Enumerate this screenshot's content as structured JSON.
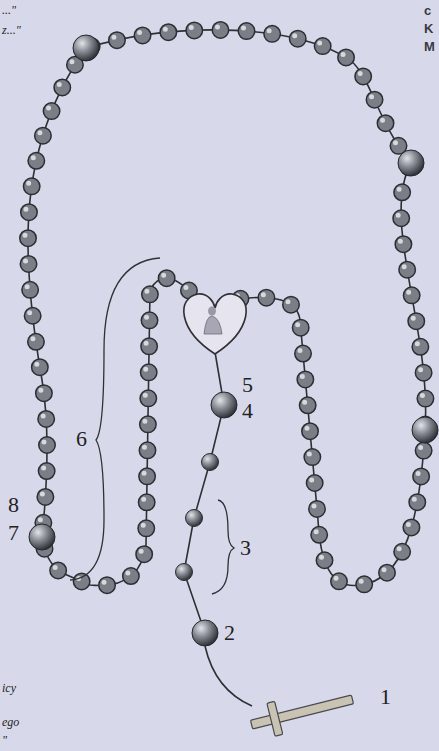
{
  "diagram": {
    "labels": [
      "...\"",
      "z...\"",
      "c",
      "K",
      "M",
      "6",
      "5",
      "4",
      "3",
      "8",
      "7",
      "2",
      "1",
      "icy",
      "ego",
      "\""
    ]
  }
}
